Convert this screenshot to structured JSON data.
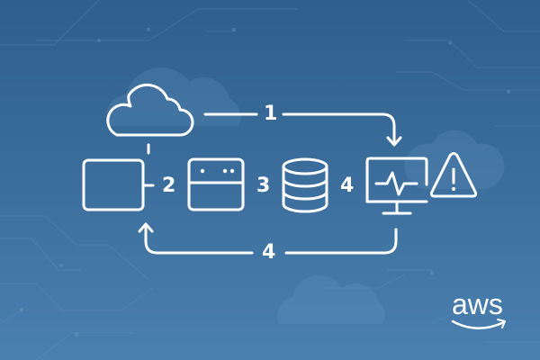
{
  "diagram": {
    "colors": {
      "background_top": "#2f5f8c",
      "background_bottom": "#4a80b0",
      "stroke": "#ffffff"
    },
    "nodes": [
      {
        "id": "cloud",
        "icon": "cloud-icon"
      },
      {
        "id": "instance",
        "icon": "square-icon"
      },
      {
        "id": "app-window",
        "icon": "window-icon"
      },
      {
        "id": "database",
        "icon": "database-icon"
      },
      {
        "id": "monitor",
        "icon": "monitor-heartbeat-icon"
      },
      {
        "id": "alert",
        "icon": "warning-triangle-icon"
      }
    ],
    "steps": [
      {
        "label": "1"
      },
      {
        "label": "2"
      },
      {
        "label": "3"
      },
      {
        "label": "4"
      },
      {
        "label": "4"
      }
    ],
    "logo": {
      "text": "aws"
    }
  }
}
